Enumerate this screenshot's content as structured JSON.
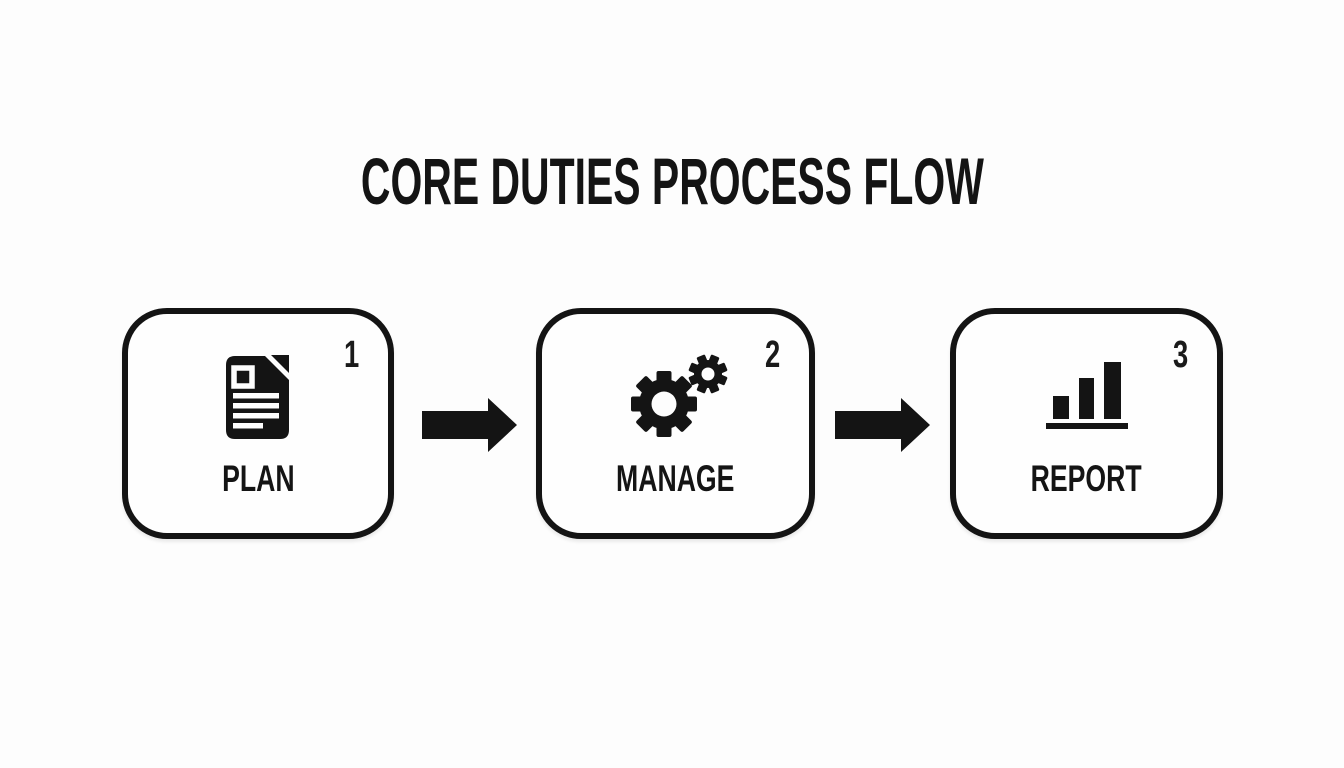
{
  "title": "CORE DUTIES PROCESS FLOW",
  "colors": {
    "background": "#fdfdfd",
    "ink": "#141414",
    "box_fill": "#fefefe"
  },
  "steps": [
    {
      "number": "1",
      "label": "PLAN",
      "icon": "document-icon"
    },
    {
      "number": "2",
      "label": "MANAGE",
      "icon": "gears-icon"
    },
    {
      "number": "3",
      "label": "REPORT",
      "icon": "bar-chart-icon"
    }
  ],
  "connectors": [
    {
      "icon": "arrow-right-icon"
    },
    {
      "icon": "arrow-right-icon"
    }
  ]
}
